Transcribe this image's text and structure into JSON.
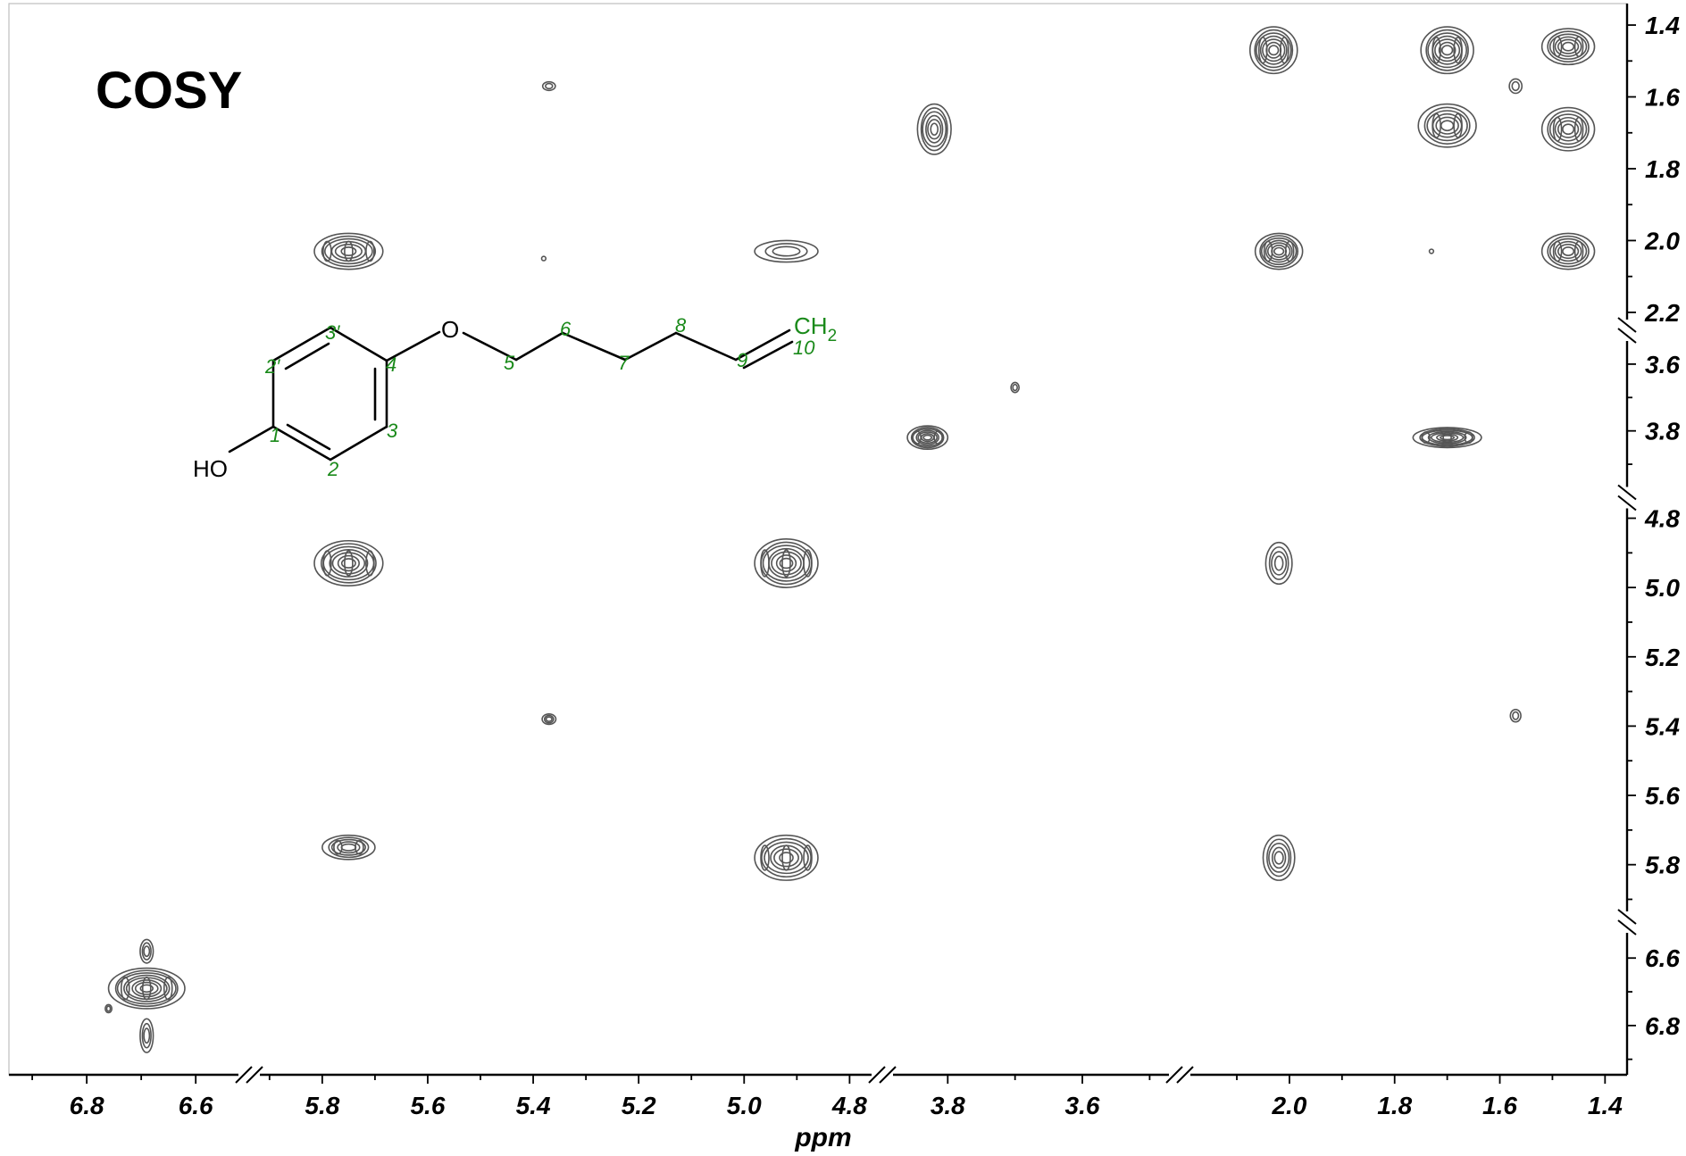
{
  "chart_data": {
    "type": "contour",
    "title": "COSY",
    "xlabel": "ppm",
    "ylabel": "",
    "x_axis_segments": [
      {
        "from": 6.91,
        "to": 6.52
      },
      {
        "from": 5.92,
        "to": 4.76
      },
      {
        "from": 3.88,
        "to": 3.47
      },
      {
        "from": 2.19,
        "to": 1.37
      }
    ],
    "y_axis_segments": [
      {
        "from": 1.37,
        "to": 2.23
      },
      {
        "from": 3.52,
        "to": 3.98
      },
      {
        "from": 4.76,
        "to": 5.94
      },
      {
        "from": 6.52,
        "to": 6.93
      }
    ],
    "x_ticks": [
      {
        "value": 6.8,
        "label": "6.8"
      },
      {
        "value": 6.6,
        "label": "6.6"
      },
      {
        "value": 5.8,
        "label": "5.8"
      },
      {
        "value": 5.6,
        "label": "5.6"
      },
      {
        "value": 5.4,
        "label": "5.4"
      },
      {
        "value": 5.2,
        "label": "5.2"
      },
      {
        "value": 5.0,
        "label": "5.0"
      },
      {
        "value": 4.8,
        "label": "4.8"
      },
      {
        "value": 3.8,
        "label": "3.8"
      },
      {
        "value": 3.6,
        "label": "3.6"
      },
      {
        "value": 2.0,
        "label": "2.0"
      },
      {
        "value": 1.8,
        "label": "1.8"
      },
      {
        "value": 1.6,
        "label": "1.6"
      },
      {
        "value": 1.4,
        "label": "1.4"
      }
    ],
    "y_ticks": [
      {
        "value": 1.4,
        "label": "1.4"
      },
      {
        "value": 1.6,
        "label": "1.6"
      },
      {
        "value": 1.8,
        "label": "1.8"
      },
      {
        "value": 2.0,
        "label": "2.0"
      },
      {
        "value": 2.2,
        "label": "2.2"
      },
      {
        "value": 3.6,
        "label": "3.6"
      },
      {
        "value": 3.8,
        "label": "3.8"
      },
      {
        "value": 4.8,
        "label": "4.8"
      },
      {
        "value": 5.0,
        "label": "5.0"
      },
      {
        "value": 5.2,
        "label": "5.2"
      },
      {
        "value": 5.4,
        "label": "5.4"
      },
      {
        "value": 5.6,
        "label": "5.6"
      },
      {
        "value": 5.8,
        "label": "5.8"
      },
      {
        "value": 6.6,
        "label": "6.6"
      },
      {
        "value": 6.8,
        "label": "6.8"
      }
    ],
    "cross_peaks": [
      {
        "x": 2.03,
        "y": 1.47,
        "wx": 0.045,
        "wy": 0.065,
        "n": 7
      },
      {
        "x": 1.7,
        "y": 1.47,
        "wx": 0.05,
        "wy": 0.065,
        "n": 7
      },
      {
        "x": 1.47,
        "y": 1.46,
        "wx": 0.05,
        "wy": 0.05,
        "n": 6
      },
      {
        "x": 1.57,
        "y": 1.57,
        "wx": 0.012,
        "wy": 0.02,
        "n": 2
      },
      {
        "x": 5.37,
        "y": 1.57,
        "wx": 0.012,
        "wy": 0.012,
        "n": 2
      },
      {
        "x": 3.82,
        "y": 1.69,
        "wx": 0.025,
        "wy": 0.07,
        "n": 6
      },
      {
        "x": 1.7,
        "y": 1.68,
        "wx": 0.055,
        "wy": 0.06,
        "n": 6
      },
      {
        "x": 1.47,
        "y": 1.69,
        "wx": 0.05,
        "wy": 0.06,
        "n": 6
      },
      {
        "x": 5.75,
        "y": 2.03,
        "wx": 0.065,
        "wy": 0.05,
        "n": 6
      },
      {
        "x": 4.92,
        "y": 2.03,
        "wx": 0.06,
        "wy": 0.03,
        "n": 3
      },
      {
        "x": 2.02,
        "y": 2.03,
        "wx": 0.045,
        "wy": 0.05,
        "n": 7
      },
      {
        "x": 1.47,
        "y": 2.03,
        "wx": 0.05,
        "wy": 0.05,
        "n": 6
      },
      {
        "x": 5.38,
        "y": 2.05,
        "wx": 0.004,
        "wy": 0.006,
        "n": 1
      },
      {
        "x": 1.73,
        "y": 2.03,
        "wx": 0.004,
        "wy": 0.006,
        "n": 1
      },
      {
        "x": 3.7,
        "y": 3.67,
        "wx": 0.006,
        "wy": 0.015,
        "n": 2
      },
      {
        "x": 3.83,
        "y": 3.82,
        "wx": 0.03,
        "wy": 0.035,
        "n": 7
      },
      {
        "x": 1.7,
        "y": 3.82,
        "wx": 0.065,
        "wy": 0.03,
        "n": 7
      },
      {
        "x": 5.75,
        "y": 4.93,
        "wx": 0.065,
        "wy": 0.065,
        "n": 7
      },
      {
        "x": 4.92,
        "y": 4.93,
        "wx": 0.06,
        "wy": 0.07,
        "n": 7
      },
      {
        "x": 2.02,
        "y": 4.93,
        "wx": 0.025,
        "wy": 0.06,
        "n": 4
      },
      {
        "x": 5.37,
        "y": 5.38,
        "wx": 0.013,
        "wy": 0.015,
        "n": 3
      },
      {
        "x": 1.57,
        "y": 5.37,
        "wx": 0.01,
        "wy": 0.018,
        "n": 2
      },
      {
        "x": 5.75,
        "y": 5.75,
        "wx": 0.05,
        "wy": 0.035,
        "n": 5
      },
      {
        "x": 4.92,
        "y": 5.78,
        "wx": 0.06,
        "wy": 0.065,
        "n": 6
      },
      {
        "x": 2.02,
        "y": 5.78,
        "wx": 0.03,
        "wy": 0.065,
        "n": 5
      },
      {
        "x": 6.69,
        "y": 6.69,
        "wx": 0.07,
        "wy": 0.06,
        "n": 8
      },
      {
        "x": 6.69,
        "y": 6.83,
        "wx": 0.012,
        "wy": 0.05,
        "n": 3
      },
      {
        "x": 6.69,
        "y": 6.58,
        "wx": 0.012,
        "wy": 0.035,
        "n": 3
      },
      {
        "x": 6.76,
        "y": 6.75,
        "wx": 0.006,
        "wy": 0.012,
        "n": 2
      }
    ]
  },
  "structure": {
    "labels": {
      "ho": "HO",
      "o": "O",
      "ch": "CH",
      "ch_sub": "2",
      "n1": "1",
      "n2": "2",
      "n2p": "2′",
      "n3": "3",
      "n3p": "3′",
      "n4": "4",
      "n5": "5",
      "n6": "6",
      "n7": "7",
      "n8": "8",
      "n9": "9",
      "n10": "10"
    },
    "colors": {
      "bonds": "#000000",
      "numbering": "#1a8a1a"
    }
  }
}
